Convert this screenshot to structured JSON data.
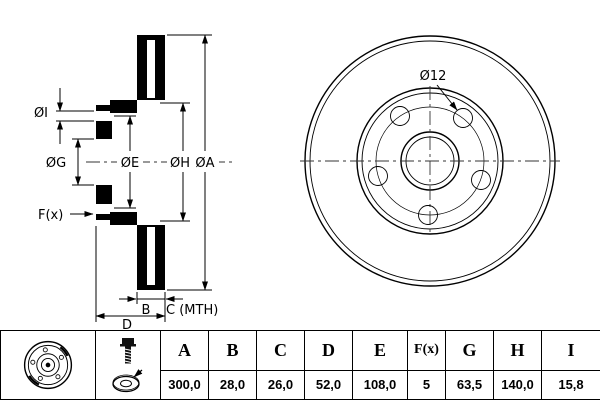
{
  "drawing": {
    "section_labels": {
      "dia_i": "ØI",
      "dia_g": "ØG",
      "dia_e": "ØE",
      "dia_h": "ØH",
      "dia_a": "ØA",
      "f_x": "F(x)",
      "dim_b": "B",
      "dim_c": "C (MTH)",
      "dim_d": "D"
    },
    "front_labels": {
      "bolt_hole": "Ø12"
    }
  },
  "table": {
    "headers": [
      "A",
      "B",
      "C",
      "D",
      "E",
      "F(x)",
      "G",
      "H",
      "I"
    ],
    "values": [
      "300,0",
      "28,0",
      "26,0",
      "52,0",
      "108,0",
      "5",
      "63,5",
      "140,0",
      "15,8"
    ]
  }
}
